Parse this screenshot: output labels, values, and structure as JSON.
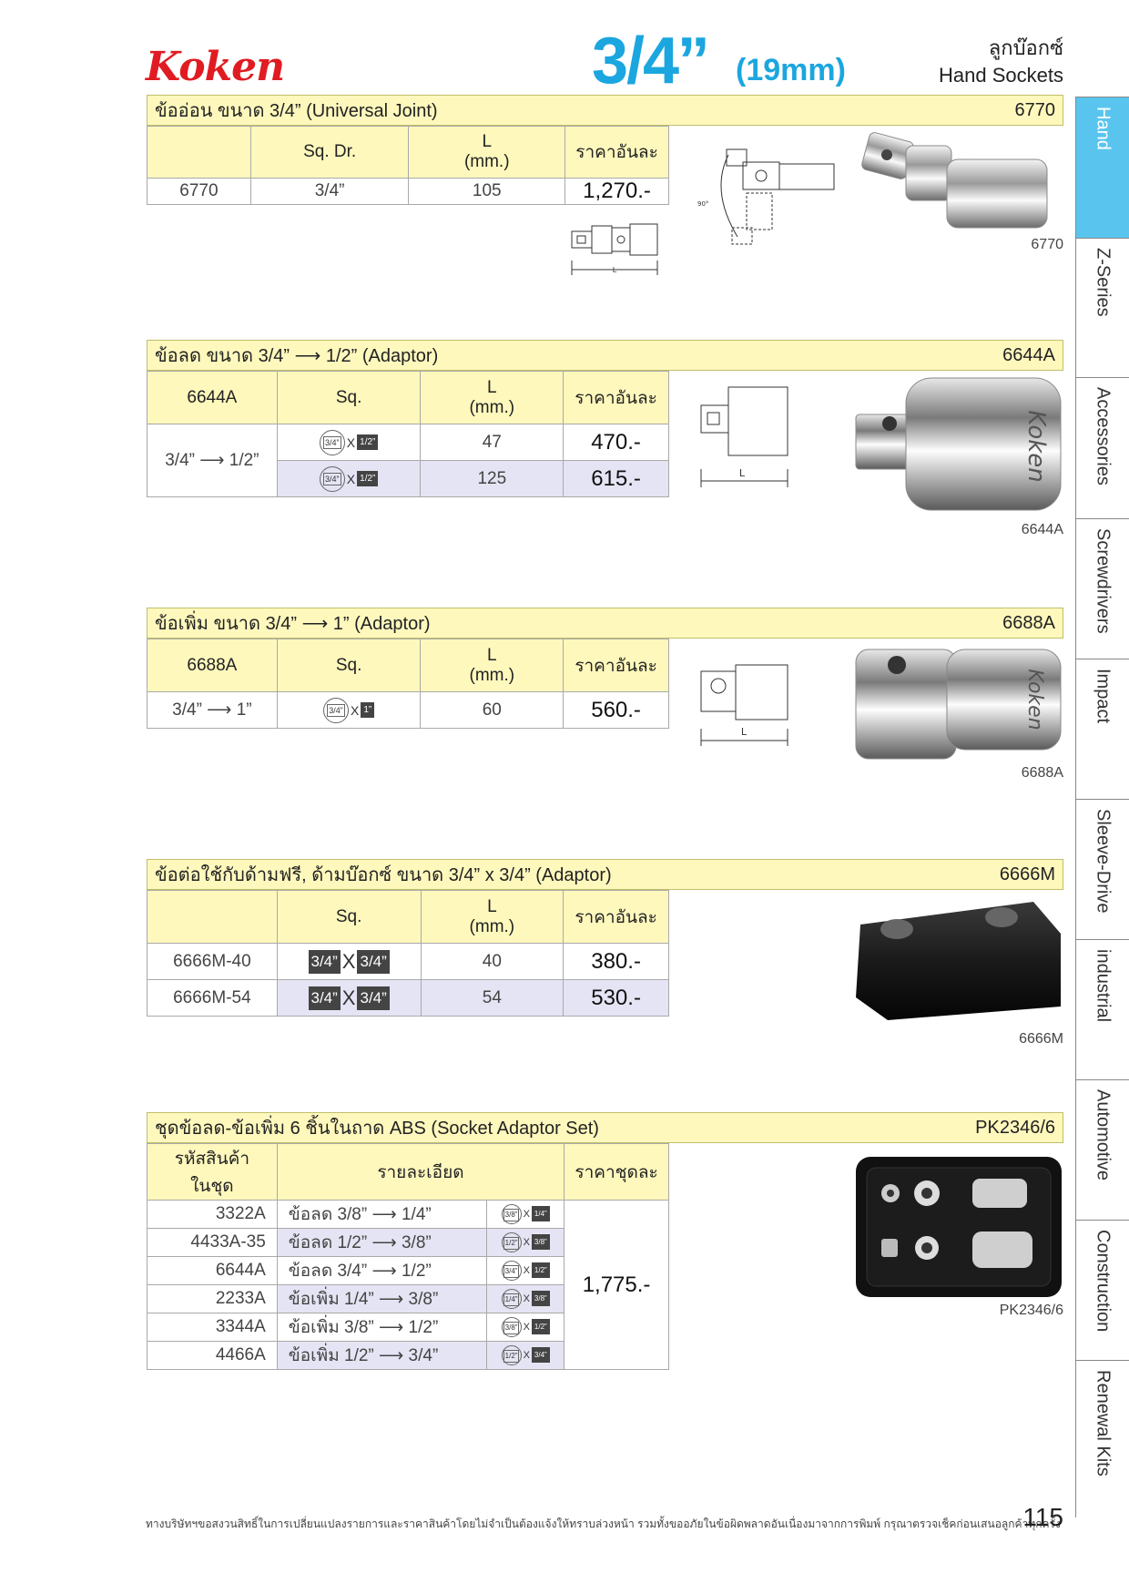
{
  "header": {
    "logo": "Koken",
    "size": "3/4’’",
    "size_mm": "(19mm)",
    "category_th": "ลูกบ๊อกซ์",
    "category_en": "Hand Sockets"
  },
  "sec1": {
    "title": "ข้ออ่อน ขนาด 3/4” (Universal Joint)",
    "code": "6770",
    "cols": {
      "sqdr": "Sq. Dr.",
      "l1": "L",
      "l2": "(mm.)",
      "price": "ราคาอันละ"
    },
    "row": {
      "code": "6770",
      "sq": "3/4”",
      "l": "105",
      "price": "1,270.-"
    },
    "caption": "6770",
    "dim_angle": "90°",
    "dim_l": "L"
  },
  "sec2": {
    "title": "ข้อลด ขนาด 3/4” ⟶ 1/2” (Adaptor)",
    "code": "6644A",
    "cols": {
      "code": "6644A",
      "sq": "Sq.",
      "l1": "L",
      "l2": "(mm.)",
      "price": "ราคาอันละ"
    },
    "group": "3/4” ⟶ 1/2”",
    "rows": [
      {
        "from": "3/4”",
        "to": "1/2”",
        "x": "X",
        "l": "47",
        "price": "470.-"
      },
      {
        "from": "3/4”",
        "to": "1/2”",
        "x": "X",
        "l": "125",
        "price": "615.-"
      }
    ],
    "caption": "6644A",
    "dim_l": "L",
    "brand": "Koken"
  },
  "sec3": {
    "title": "ข้อเพิ่ม ขนาด 3/4” ⟶ 1” (Adaptor)",
    "code": "6688A",
    "cols": {
      "code": "6688A",
      "sq": "Sq.",
      "l1": "L",
      "l2": "(mm.)",
      "price": "ราคาอันละ"
    },
    "row": {
      "size": "3/4” ⟶ 1”",
      "from": "3/4”",
      "to": "1”",
      "x": "X",
      "l": "60",
      "price": "560.-"
    },
    "caption": "6688A",
    "dim_l": "L",
    "brand": "Koken"
  },
  "sec4": {
    "title": "ข้อต่อใช้กับด้ามฟรี, ด้ามบ๊อกซ์ ขนาด 3/4” x 3/4” (Adaptor)",
    "code": "6666M",
    "cols": {
      "sq": "Sq.",
      "l1": "L",
      "l2": "(mm.)",
      "price": "ราคาอันละ"
    },
    "rows": [
      {
        "code": "6666M-40",
        "from": "3/4”",
        "to": "3/4”",
        "x": "X",
        "l": "40",
        "price": "380.-"
      },
      {
        "code": "6666M-54",
        "from": "3/4”",
        "to": "3/4”",
        "x": "X",
        "l": "54",
        "price": "530.-"
      }
    ],
    "caption": "6666M"
  },
  "sec5": {
    "title": "ชุดข้อลด-ข้อเพิ่ม 6 ชิ้นในถาด ABS (Socket Adaptor Set)",
    "code": "PK2346/6",
    "cols": {
      "code1": "รหัสสินค้า",
      "code2": "ในชุด",
      "detail": "รายละเอียด",
      "price": "ราคาชุดละ"
    },
    "price": "1,775.-",
    "rows": [
      {
        "code": "3322A",
        "desc": "ข้อลด 3/8” ⟶ 1/4”",
        "from": "3/8”",
        "to": "1/4”",
        "x": "X"
      },
      {
        "code": "4433A-35",
        "desc": "ข้อลด 1/2” ⟶ 3/8”",
        "from": "1/2”",
        "to": "3/8”",
        "x": "X"
      },
      {
        "code": "6644A",
        "desc": "ข้อลด 3/4” ⟶ 1/2”",
        "from": "3/4”",
        "to": "1/2”",
        "x": "X"
      },
      {
        "code": "2233A",
        "desc": "ข้อเพิ่ม 1/4” ⟶ 3/8”",
        "from": "1/4”",
        "to": "3/8”",
        "x": "X"
      },
      {
        "code": "3344A",
        "desc": "ข้อเพิ่ม 3/8” ⟶ 1/2”",
        "from": "3/8”",
        "to": "1/2”",
        "x": "X"
      },
      {
        "code": "4466A",
        "desc": "ข้อเพิ่ม 1/2” ⟶ 3/4”",
        "from": "1/2”",
        "to": "3/4”",
        "x": "X"
      }
    ],
    "caption": "PK2346/6"
  },
  "sidebar": {
    "tabs": [
      "Hand",
      "Z-Series",
      "Accessories",
      "Screwdrivers",
      "Impact",
      "Sleeve-Drive",
      "industrial",
      "Automotive",
      "Construction",
      "Renewal Kits"
    ]
  },
  "footer": {
    "note": "ทางบริษัทฯขอสงวนสิทธิ์ในการเปลี่ยนแปลงรายการและราคาสินค้าโดยไม่จำเป็นต้องแจ้งให้ทราบล่วงหน้า รวมทั้งขออภัยในข้อผิดพลาดอันเนื่องมาจากการพิมพ์ กรุณาตรวจเช็คก่อนเสนอลูกค้าทุกครั้ง",
    "page": "115"
  }
}
